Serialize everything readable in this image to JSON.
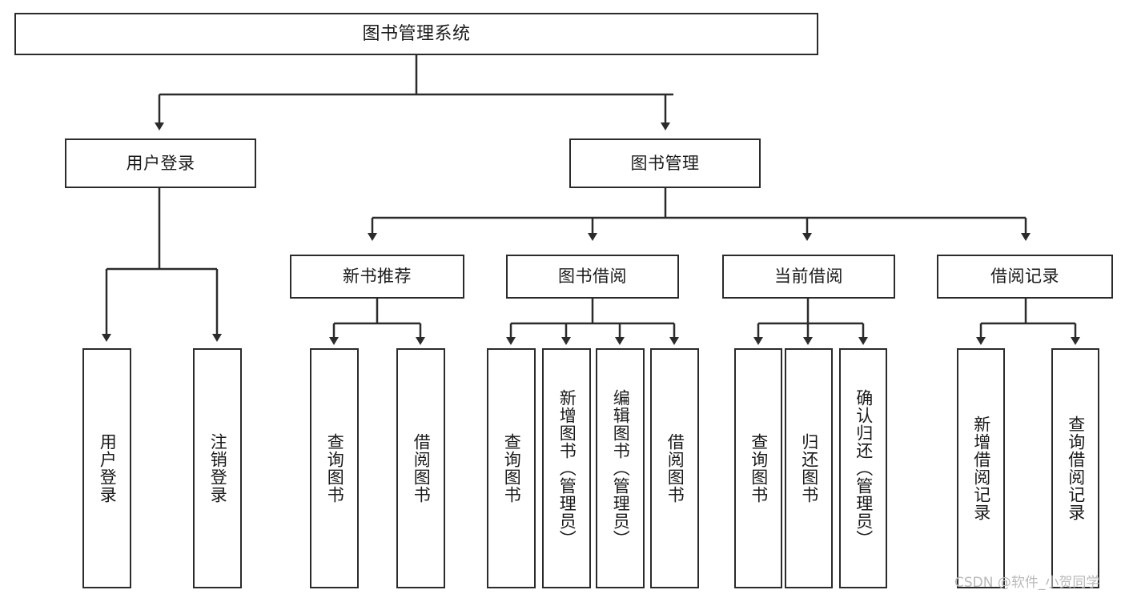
{
  "diagram": {
    "type": "hierarchy-tree",
    "title": "图书管理系统",
    "watermark": "CSDN @软件_小贺同学",
    "colors": {
      "box_border": "#2b2b2b",
      "background": "#ffffff",
      "text": "#1a1a1a",
      "connector": "#2b2b2b",
      "watermark": "#b9b9b9"
    },
    "nodes": {
      "root": {
        "label": "图书管理系统"
      },
      "level2": [
        {
          "label": "用户登录"
        },
        {
          "label": "图书管理"
        }
      ],
      "level3": [
        {
          "label": "新书推荐"
        },
        {
          "label": "图书借阅"
        },
        {
          "label": "当前借阅"
        },
        {
          "label": "借阅记录"
        }
      ],
      "leaves_user_login": [
        {
          "label": "用户登录"
        },
        {
          "label": "注销登录"
        }
      ],
      "leaves_new_book": [
        {
          "label": "查询图书"
        },
        {
          "label": "借阅图书"
        }
      ],
      "leaves_borrow": [
        {
          "label": "查询图书"
        },
        {
          "label": "新增图书（管理员）"
        },
        {
          "label": "编辑图书（管理员）"
        },
        {
          "label": "借阅图书"
        }
      ],
      "leaves_current": [
        {
          "label": "查询图书"
        },
        {
          "label": "归还图书"
        },
        {
          "label": "确认归还（管理员）"
        }
      ],
      "leaves_record": [
        {
          "label": "新增借阅记录"
        },
        {
          "label": "查询借阅记录"
        }
      ]
    }
  }
}
